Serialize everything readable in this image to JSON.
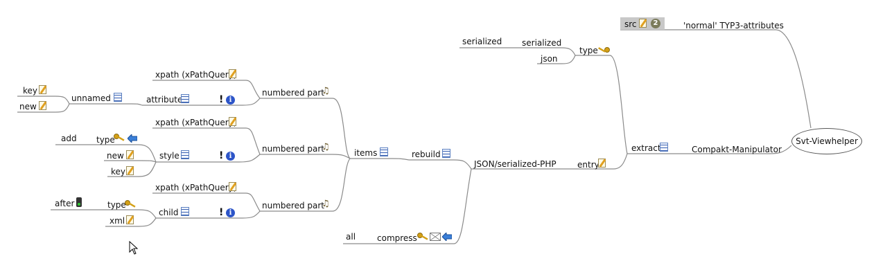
{
  "mindmap": {
    "root": "Svt-Viewhelper",
    "src_node": {
      "label": "src",
      "badge": "2"
    },
    "normal_attrs": "'normal' TYP3-attributes",
    "compakt": "Compakt-Manipulator",
    "extract": "extract",
    "entry": "entry",
    "type_top": "type",
    "serialized_a": "serialized",
    "serialized_b": "serialized",
    "json": "json",
    "json_php": "JSON/serialized-PHP",
    "rebuild": "rebuild",
    "compress": "compress",
    "all": "all",
    "items": "items",
    "np1": "numbered part",
    "np2": "numbered part",
    "np3": "numbered part",
    "xpath1": "xpath (xPathQuery)",
    "xpath2": "xpath (xPathQuery)",
    "xpath3": "xpath (xPathQuery)",
    "attribute": "attribute",
    "unnamed": "unnamed",
    "key1": "key",
    "new1": "new",
    "style": "style",
    "type2": "type",
    "add": "add",
    "new2": "new",
    "key2": "key",
    "child": "child",
    "type3": "type",
    "after": "after",
    "xml": "xml"
  },
  "icons": {
    "note": "note-icon",
    "list": "list-icon",
    "music": "music-icon",
    "key": "key-icon",
    "info": "info-icon",
    "exclamation": "exclamation-icon",
    "back_arrow": "back-arrow-icon",
    "mail": "mail-icon",
    "traffic_light": "traffic-light-icon",
    "priority": "priority-2-icon"
  },
  "colors": {
    "line": "#8a8a8a",
    "src_bg": "#c8c8c8",
    "info": "#2d55c8",
    "key": "#d4a017"
  }
}
